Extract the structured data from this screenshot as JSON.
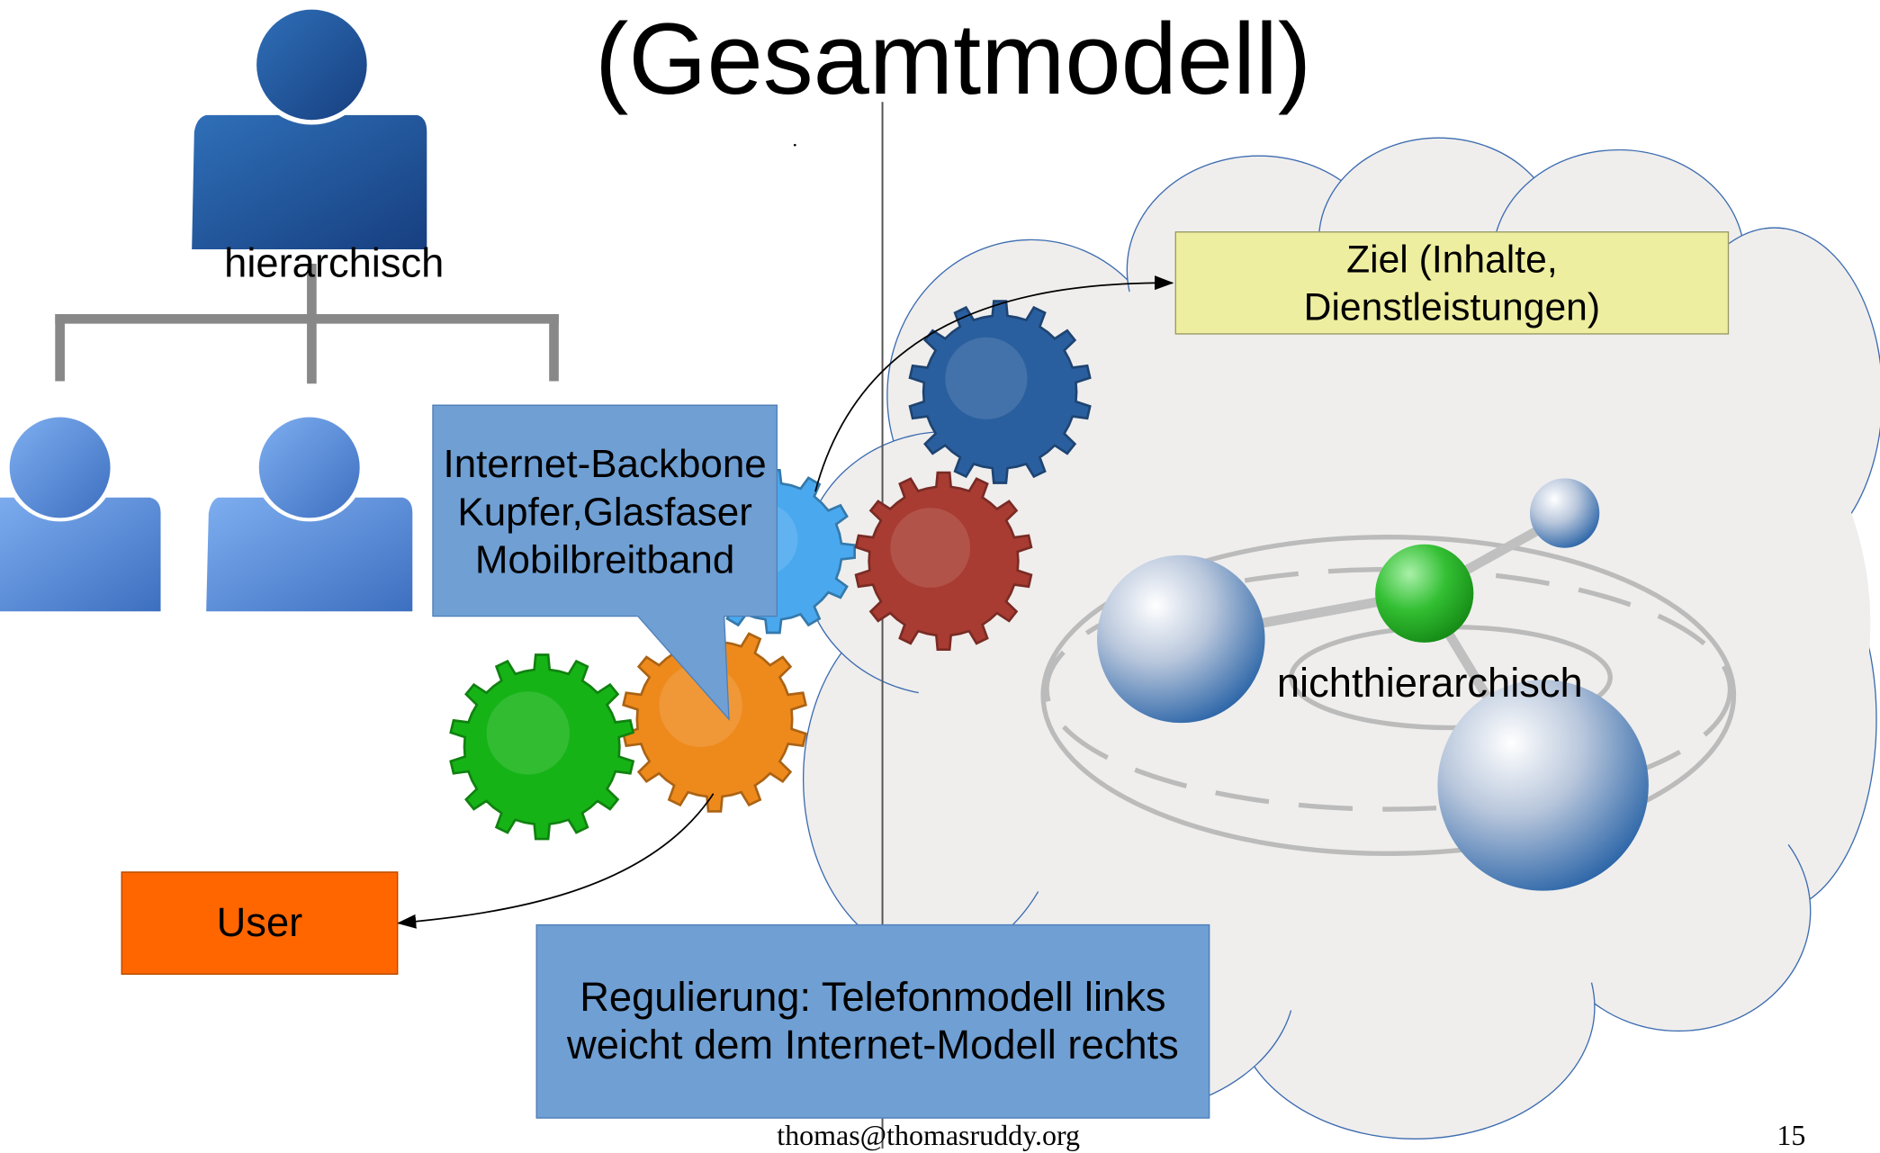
{
  "slide": {
    "title": "(Gesamtmodell)",
    "footer_email": "thomas@thomasruddy.org",
    "page_number": "15"
  },
  "left": {
    "label": "hierarchisch"
  },
  "callout": {
    "text": "Internet-Backbone\nKupfer,Glasfaser\nMobilbreitband",
    "color": "#6f9fd3"
  },
  "user_box": {
    "label": "User",
    "color": "#ff6600"
  },
  "goal_box": {
    "text": "Ziel (Inhalte,\nDienstleistungen)",
    "color": "#eeeea0"
  },
  "right": {
    "label": "nichthierarchisch"
  },
  "note": {
    "text": "Regulierung: Telefonmodell links\nweicht dem Internet-Modell rechts",
    "color": "#6f9fd3"
  },
  "gears": [
    {
      "name": "gear-light-blue",
      "color": "#4aa8ee"
    },
    {
      "name": "gear-green",
      "color": "#16b316"
    },
    {
      "name": "gear-orange",
      "color": "#ee8a1c"
    },
    {
      "name": "gear-dark-red",
      "color": "#a83c32"
    },
    {
      "name": "gear-dark-blue",
      "color": "#2a5f9f"
    }
  ]
}
